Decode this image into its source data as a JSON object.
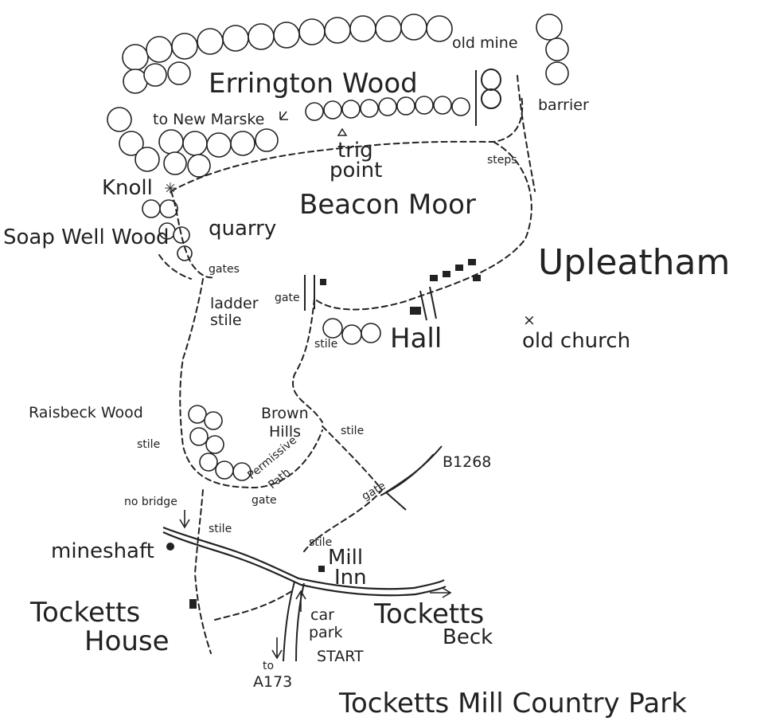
{
  "labels": {
    "old_mine": "old mine",
    "errington_wood": "Errington Wood",
    "to_new_marske": "to New Marske",
    "barrier": "barrier",
    "trig_point": [
      "trig",
      "point"
    ],
    "steps": "steps",
    "knoll": "Knoll",
    "beacon_moor": "Beacon Moor",
    "soap_well_wood": "Soap Well Wood",
    "quarry": "quarry",
    "upleatham": "Upleatham",
    "gates": "gates",
    "gate_upper": "gate",
    "ladder_stile": [
      "ladder",
      "stile"
    ],
    "hall": "Hall",
    "stile_hall": "stile",
    "old_church": "old church",
    "raisbeck_wood": "Raisbeck Wood",
    "brown_hills": [
      "Brown",
      "Hills"
    ],
    "stile_brown": "stile",
    "stile_raisbeck": "stile",
    "permissive_path": [
      "Permissive",
      "Path"
    ],
    "b1268": "B1268",
    "gate_bottom": "gate",
    "gate_road": "gate",
    "no_bridge": "no bridge",
    "stile_beck": "stile",
    "mineshaft": "mineshaft",
    "stile_mill": "stile",
    "mill_inn": [
      "Mill",
      "Inn"
    ],
    "tocketts_house": [
      "Tocketts",
      "House"
    ],
    "car_park": [
      "car",
      "park"
    ],
    "tocketts_beck": [
      "Tocketts",
      "Beck"
    ],
    "start": "START",
    "to_a173": [
      "to",
      "A173"
    ],
    "title": "Tocketts Mill Country Park"
  },
  "icons": {
    "old_church_marker": "cross-icon",
    "knoll_marker": "asterisk-icon",
    "trig_marker": "triangle-icon"
  }
}
